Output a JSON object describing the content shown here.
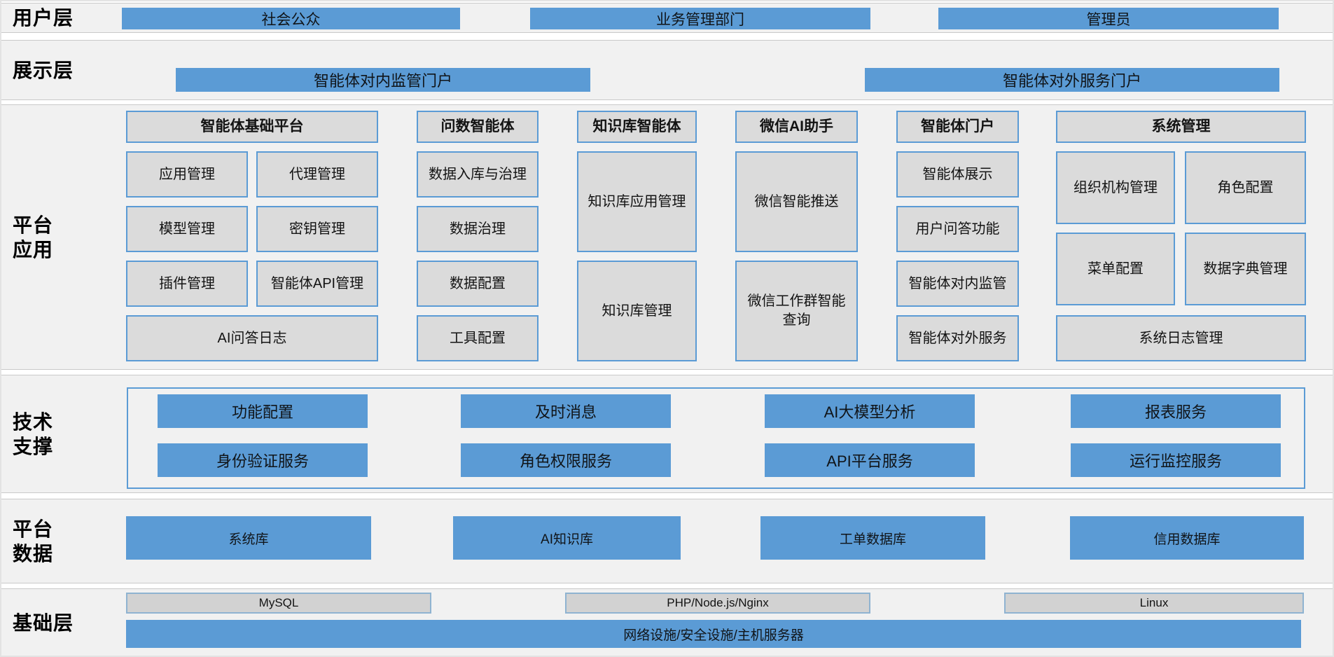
{
  "colors": {
    "accent_blue": "#5b9bd5",
    "band_background": "#f1f1f1",
    "band_border": "#c9c9c9",
    "gray_box_fill": "#dbdbdb",
    "gray_box_border": "#5b9bd5",
    "base_box_fill": "#d2d2d2",
    "base_box_border": "#8fb3d1",
    "text": "#111111"
  },
  "layers": {
    "user": {
      "label": "用户层",
      "boxes": [
        "社会公众",
        "业务管理部门",
        "管理员"
      ]
    },
    "display": {
      "label": "展示层",
      "boxes": [
        "智能体对内监管门户",
        "智能体对外服务门户"
      ]
    },
    "app": {
      "label_line1": "平台",
      "label_line2": "应用",
      "groups": [
        {
          "header": "智能体基础平台",
          "items": [
            "应用管理",
            "代理管理",
            "模型管理",
            "密钥管理",
            "插件管理",
            "智能体API管理"
          ],
          "footer": "AI问答日志"
        },
        {
          "header": "问数智能体",
          "items": [
            "数据入库与治理",
            "数据治理",
            "数据配置",
            "工具配置"
          ]
        },
        {
          "header": "知识库智能体",
          "items": [
            "知识库应用管理",
            "知识库管理"
          ]
        },
        {
          "header": "微信AI助手",
          "items": [
            "微信智能推送",
            "微信工作群智能查询"
          ]
        },
        {
          "header": "智能体门户",
          "items": [
            "智能体展示",
            "用户问答功能",
            "智能体对内监管",
            "智能体对外服务"
          ]
        },
        {
          "header": "系统管理",
          "items": [
            "组织机构管理",
            "角色配置",
            "菜单配置",
            "数据字典管理"
          ],
          "footer": "系统日志管理"
        }
      ]
    },
    "tech": {
      "label_line1": "技术",
      "label_line2": "支撑",
      "row1": [
        "功能配置",
        "及时消息",
        "AI大模型分析",
        "报表服务"
      ],
      "row2": [
        "身份验证服务",
        "角色权限服务",
        "API平台服务",
        "运行监控服务"
      ]
    },
    "data": {
      "label_line1": "平台",
      "label_line2": "数据",
      "boxes": [
        "系统库",
        "AI知识库",
        "工单数据库",
        "信用数据库"
      ]
    },
    "base": {
      "label": "基础层",
      "boxes": [
        "MySQL",
        "PHP/Node.js/Nginx",
        "Linux"
      ],
      "bar": "网络设施/安全设施/主机服务器"
    }
  }
}
